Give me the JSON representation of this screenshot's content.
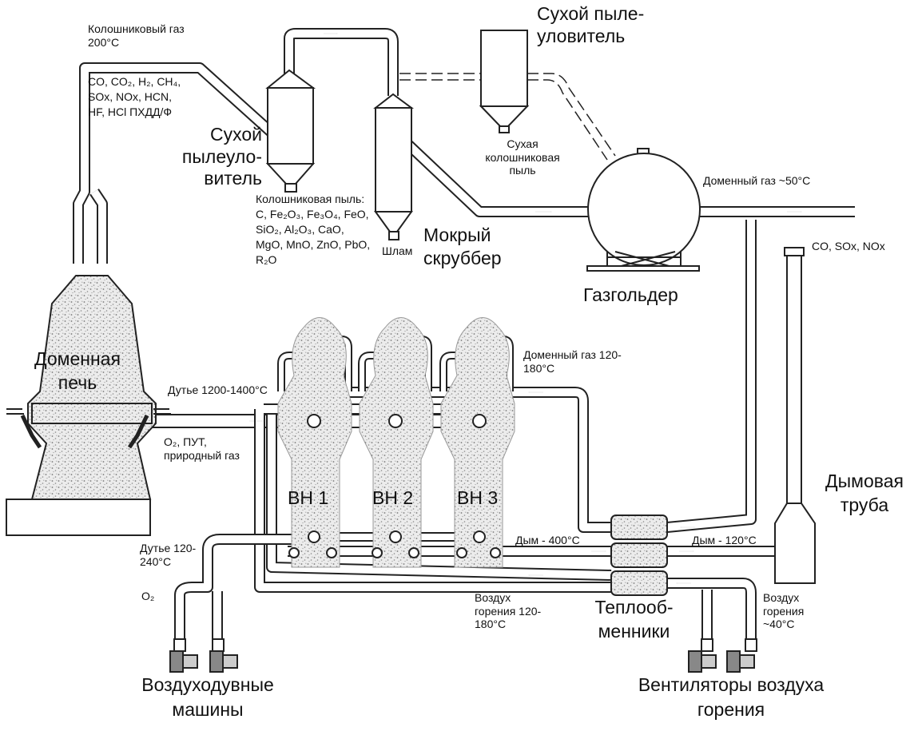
{
  "labels": {
    "top_gas": "Колошниковый газ 200°C",
    "top_gas_components": "CO, CO₂, H₂, CH₄, SOx, NOx, HCN, HF, HCl ПХДД/Ф",
    "dry_catcher_1": "Сухой пылеуло-витель",
    "top_dust": "Колошниковая пыль: C, Fe₂O₃, Fe₃O₄, FeO, SiO₂, Al₂O₃, CaO, MgO, MnO, ZnO, PbO, R₂O",
    "sludge": "Шлам",
    "wet_scrubber": "Мокрый скруббер",
    "dry_catcher_2": "Сухой пыле-уловитель",
    "dry_dust": "Сухая колошниковая пыль",
    "bf_gas_50": "Доменный газ ~50°C",
    "gasholder": "Газгольдер",
    "stack_emission": "CO, SOx, NOx",
    "blast_furnace": "Доменная печь",
    "hot_blast": "Дутье 1200-1400°C",
    "injectants": "O₂, ПУТ, природный газ",
    "bf_gas_stoves": "Доменный газ 120-180°C",
    "stove_1": "ВН 1",
    "stove_2": "ВН 2",
    "stove_3": "ВН 3",
    "cold_blast": "Дутье 120-240°C",
    "o2": "O₂",
    "smoke_400": "Дым - 400°C",
    "smoke_120": "Дым - 120°C",
    "combustion_air_hot": "Воздух горения 120-180°C",
    "heat_exchangers": "Теплооб-менники",
    "chimney": "Дымовая труба",
    "combustion_air_cold": "Воздух горения ~40°C",
    "blowers": "Воздуходувные машины",
    "fans": "Вентиляторы воздуха горения"
  }
}
